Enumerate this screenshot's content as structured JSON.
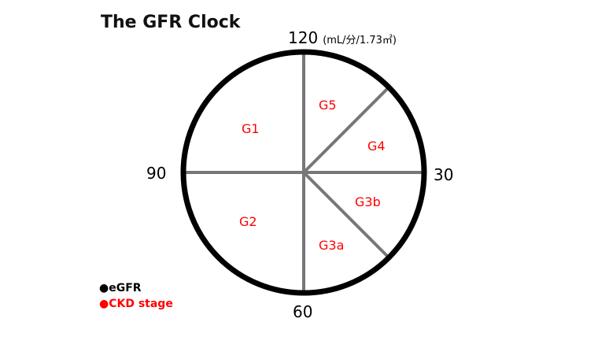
{
  "title": "The GFR Clock",
  "axis_labels": {
    "top": "120",
    "unit": "(mL/分/1.73㎡)",
    "left": "90",
    "right": "30",
    "bottom": "60"
  },
  "stages": {
    "g1": "G1",
    "g5": "G5",
    "g4": "G4",
    "g3b": "G3b",
    "g2": "G2",
    "g3a": "G3a"
  },
  "legend": {
    "egfr": "●eGFR",
    "ckd": "●CKD stage"
  },
  "colors": {
    "circle": "#000000",
    "lines": "#777777",
    "stage_text": "#ff0000"
  }
}
